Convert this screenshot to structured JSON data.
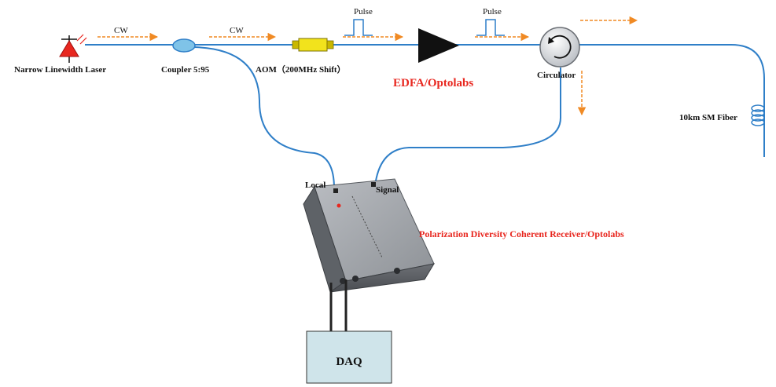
{
  "labels": {
    "laser": "Narrow Linewidth Laser",
    "coupler": "Coupler 5:95",
    "cw1": "CW",
    "cw2": "CW",
    "aom": "AOM（200MHz Shift）",
    "pulse1": "Pulse",
    "pulse2": "Pulse",
    "edfa": "EDFA/Optolabs",
    "circulator": "Circulator",
    "fiber": "10km SM Fiber",
    "local": "Local",
    "signal": "Signal",
    "receiver": "Polarization Diversity Coherent Receiver/Optolabs",
    "daq": "DAQ"
  },
  "colors": {
    "fiber": "#2f7fc8",
    "arrow": "#f08a24",
    "red": "#e8271f",
    "daq_fill": "#cfe4ea",
    "aom_fill": "#f2e31c",
    "coupler_fill": "#7fc3e8"
  }
}
